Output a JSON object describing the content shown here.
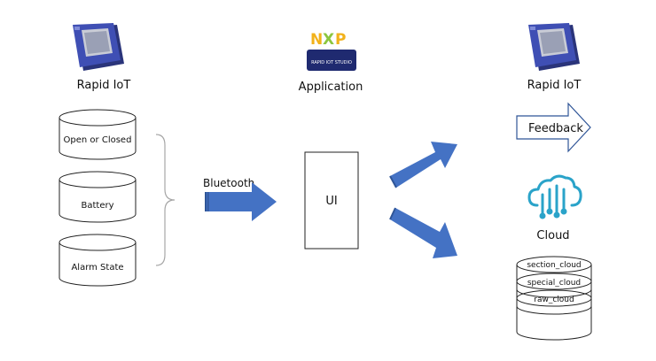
{
  "device_left": {
    "label": "Rapid IoT"
  },
  "device_right": {
    "label": "Rapid IoT"
  },
  "logo": {
    "brand_text": "RAPID IOT STUDIO",
    "app_label": "Application"
  },
  "sensors": [
    {
      "label": "Open or Closed"
    },
    {
      "label": "Battery"
    },
    {
      "label": "Alarm State"
    }
  ],
  "bluetooth": {
    "label": "Bluetooth"
  },
  "ui_box": {
    "label": "UI"
  },
  "feedback": {
    "label": "Feedback"
  },
  "cloud": {
    "label": "Cloud"
  },
  "cloud_db": {
    "layers": [
      {
        "label": "section_cloud"
      },
      {
        "label": "special_cloud"
      },
      {
        "label": "raw_cloud"
      }
    ]
  },
  "colors": {
    "arrow_blue": "#4472c4",
    "arrow_dark": "#2f5597",
    "device_blue": "#3f4fb4",
    "cloud_teal": "#2aa3c9",
    "bracket_gray": "#a6a6a6",
    "outline": "#222222"
  }
}
